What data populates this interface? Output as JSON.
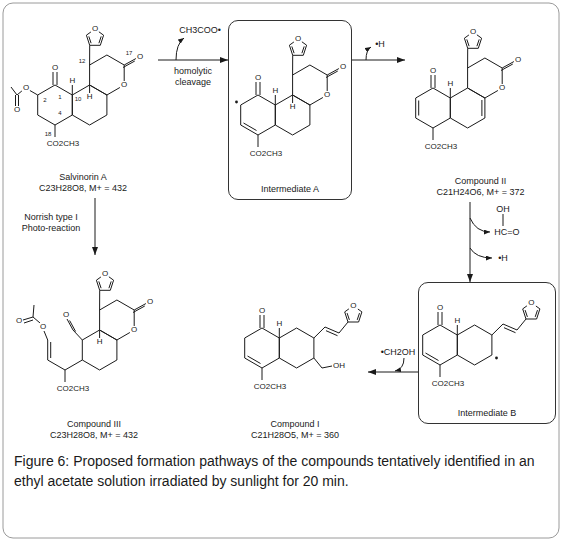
{
  "diagram": {
    "caption": "Figure 6: Proposed formation pathways of the compounds tentatively identified in an ethyl acetate solution irradiated by sunlight for 20 min.",
    "nodes": [
      {
        "text": [
          "Salvinorin A",
          "C23H28O8, M+ = 432"
        ]
      },
      {
        "text": [
          "Intermediate A"
        ]
      },
      {
        "text": [
          "Compound II",
          "C21H24O6, M+ = 372"
        ]
      },
      {
        "text": [
          "Compound III",
          "C23H28O8, M+ = 432"
        ]
      },
      {
        "text": [
          "Compound I",
          "C21H28O5, M+ = 360"
        ]
      },
      {
        "text": [
          "Intermediate B"
        ]
      }
    ],
    "edges": [
      {
        "from": 0,
        "to": 1,
        "arrow": "to",
        "label": "homolytic cleavage"
      },
      {
        "from": 1,
        "to": 2,
        "arrow": "to"
      },
      {
        "from": 0,
        "to": 3,
        "arrow": "to",
        "label": "Norrish type I Photo-reaction"
      },
      {
        "from": 2,
        "to": 5,
        "arrow": "to"
      },
      {
        "from": 5,
        "to": 4,
        "arrow": "to"
      }
    ],
    "labels": [
      "CH3COO•",
      "•H",
      "OH",
      "HC=O",
      "•H",
      "•CH2OH",
      "O",
      "O",
      "O",
      "H",
      "H",
      "O",
      "O",
      "O",
      "CO2CH3",
      "1",
      "2",
      "4",
      "10",
      "12",
      "17",
      "18",
      "O",
      "H",
      "H",
      "O",
      "O",
      "O",
      "CO2CH3",
      "O",
      "H",
      "O",
      "O",
      "O",
      "CO2CH3",
      "O",
      "O",
      "O",
      "H",
      "O",
      "O",
      "O",
      "CO2CH3",
      "O",
      "H",
      "O",
      "OH",
      "CO2CH3",
      "O",
      "H",
      "O",
      "CO2CH3"
    ]
  }
}
